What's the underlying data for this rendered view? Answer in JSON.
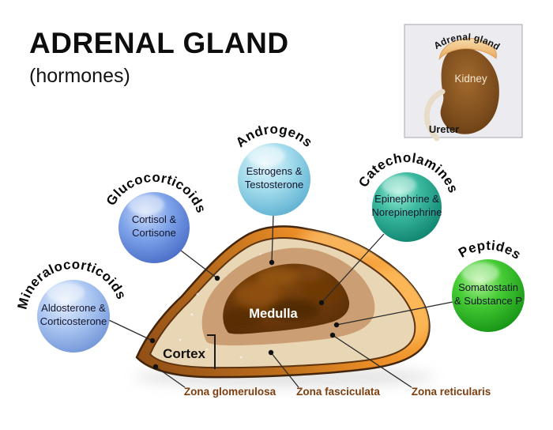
{
  "title": "ADRENAL GLAND",
  "subtitle": "(hormones)",
  "inset": {
    "adrenal_gland_label": "Adrenal gland",
    "kidney_label": "Kidney",
    "ureter_label": "Ureter"
  },
  "hormone_groups": [
    {
      "name": "Mineralocorticoids",
      "line1": "Aldosterone &",
      "line2": "Corticosterone",
      "color": "#7e9fdf"
    },
    {
      "name": "Glucocorticoids",
      "line1": "Cortisol &",
      "line2": "Cortisone",
      "color": "#5d87da"
    },
    {
      "name": "Androgens",
      "line1": "Estrogens &",
      "line2": "Testosterone",
      "color": "#7ec8de"
    },
    {
      "name": "Catecholamines",
      "line1": "Epinephrine &",
      "line2": "Norepinephrine",
      "color": "#23a78e"
    },
    {
      "name": "Peptides",
      "line1": "Somatostatin",
      "line2": "& Substance P",
      "color": "#2cbc2c"
    }
  ],
  "gland": {
    "medulla_label": "Medulla",
    "cortex_label": "Cortex",
    "zone_labels": [
      "Zona glomerulosa",
      "Zona fasciculata",
      "Zona reticularis"
    ],
    "zone_label_color": "#7d3f10",
    "capsule_color": "#ea8c26",
    "cortex_color": "#e9d6b4",
    "inner_zone_color": "#cb9e74",
    "medulla_color": "#6b380a"
  }
}
